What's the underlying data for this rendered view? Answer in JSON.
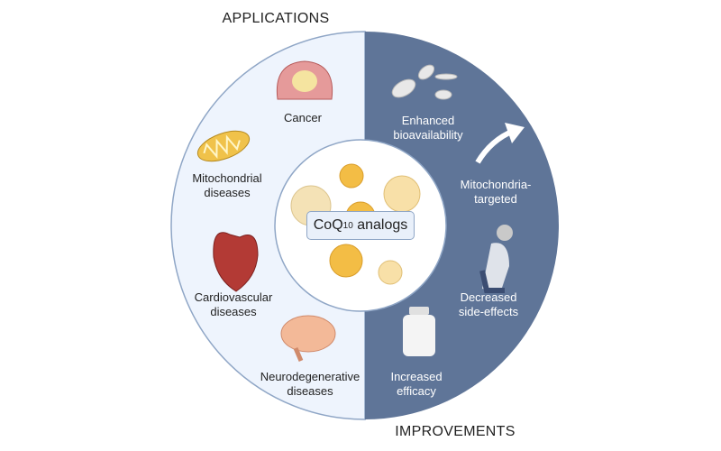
{
  "headings": {
    "top": "APPLICATIONS",
    "bottom": "IMPROVEMENTS"
  },
  "center": {
    "main": "CoQ",
    "subscript": "10",
    "suffix": " analogs"
  },
  "applications": [
    {
      "line1": "Cancer",
      "line2": ""
    },
    {
      "line1": "Mitochondrial",
      "line2": "diseases"
    },
    {
      "line1": "Cardiovascular",
      "line2": "diseases"
    },
    {
      "line1": "Neurodegenerative",
      "line2": "diseases"
    }
  ],
  "improvements": [
    {
      "line1": "Enhanced",
      "line2": "bioavailability"
    },
    {
      "line1": "Mitochondria-",
      "line2": "targeted"
    },
    {
      "line1": "Decreased",
      "line2": "side-effects"
    },
    {
      "line1": "Increased",
      "line2": "efficacy"
    }
  ],
  "colors": {
    "left": "#eef4fd",
    "right": "#5f7598",
    "ring": "#8fa6c6"
  }
}
